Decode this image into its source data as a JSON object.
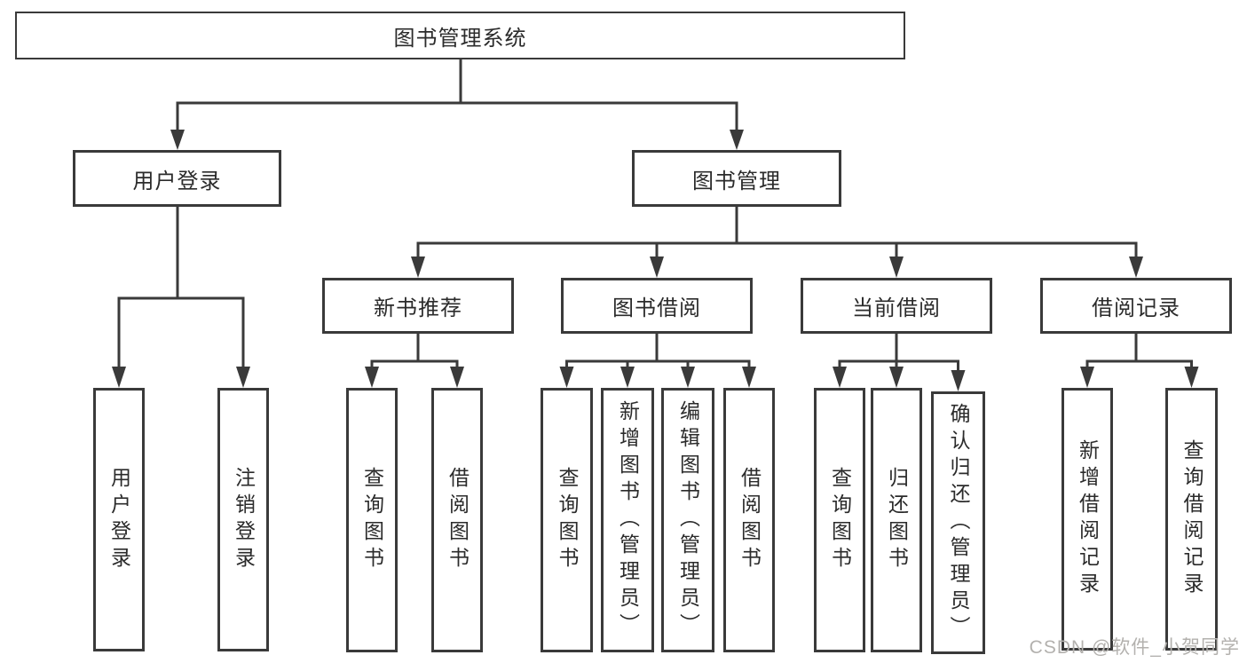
{
  "diagram": {
    "root": {
      "label": "图书管理系统"
    },
    "branches": [
      {
        "label": "用户登录",
        "children": [
          {
            "label": "用户登录"
          },
          {
            "label": "注销登录"
          }
        ]
      },
      {
        "label": "图书管理",
        "sections": [
          {
            "label": "新书推荐",
            "children": [
              {
                "label": "查询图书"
              },
              {
                "label": "借阅图书"
              }
            ]
          },
          {
            "label": "图书借阅",
            "children": [
              {
                "label": "查询图书"
              },
              {
                "label": "新增图书（管理员）"
              },
              {
                "label": "编辑图书（管理员）"
              },
              {
                "label": "借阅图书"
              }
            ]
          },
          {
            "label": "当前借阅",
            "children": [
              {
                "label": "查询图书"
              },
              {
                "label": "归还图书"
              },
              {
                "label": "确认归还（管理员）"
              }
            ]
          },
          {
            "label": "借阅记录",
            "children": [
              {
                "label": "新增借阅记录"
              },
              {
                "label": "查询借阅记录"
              }
            ]
          }
        ]
      }
    ]
  },
  "watermark": {
    "text": "CSDN @软件_小贺同学"
  },
  "colors": {
    "line": "#3a3a3a",
    "text": "#2b2b2b",
    "watermark": "#b3b1ae",
    "background": "#ffffff"
  }
}
